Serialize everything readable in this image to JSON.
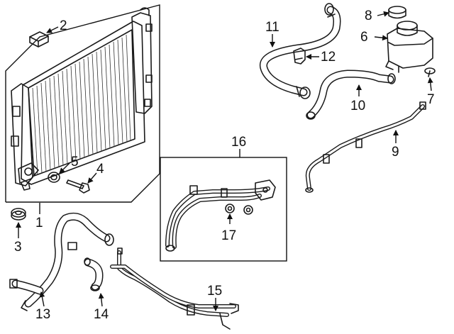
{
  "callouts": [
    {
      "id": "c1",
      "label": "1"
    },
    {
      "id": "c2",
      "label": "2"
    },
    {
      "id": "c3",
      "label": "3"
    },
    {
      "id": "c4",
      "label": "4"
    },
    {
      "id": "c5",
      "label": "5"
    },
    {
      "id": "c6",
      "label": "6"
    },
    {
      "id": "c7",
      "label": "7"
    },
    {
      "id": "c8",
      "label": "8"
    },
    {
      "id": "c9",
      "label": "9"
    },
    {
      "id": "c10",
      "label": "10"
    },
    {
      "id": "c11",
      "label": "11"
    },
    {
      "id": "c12",
      "label": "12"
    },
    {
      "id": "c13",
      "label": "13"
    },
    {
      "id": "c14",
      "label": "14"
    },
    {
      "id": "c15",
      "label": "15"
    },
    {
      "id": "c16",
      "label": "16"
    },
    {
      "id": "c17",
      "label": "17"
    }
  ],
  "colors": {
    "ink": "#1a1a1a",
    "background": "#ffffff"
  }
}
